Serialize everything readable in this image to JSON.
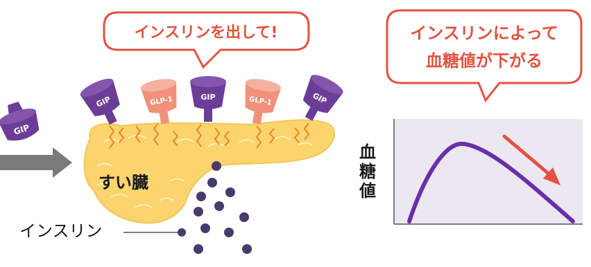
{
  "bubbles": {
    "left": "インスリンを出して!",
    "right_line1": "インスリンによって",
    "right_line2": "血糖値が下がる"
  },
  "labels": {
    "pancreas": "すい臓",
    "insulin": "インスリン",
    "graph_y_axis": [
      "血",
      "糖",
      "値"
    ]
  },
  "receptors": {
    "gip": "GIP",
    "glp1": "GLP-1",
    "free_hormone": "GIP"
  },
  "colors": {
    "accent_red": "#e2523f",
    "gip_purple": "#6b3d96",
    "glp1_salmon": "#f0917b",
    "pancreas_yellow": "#fbd46e",
    "insulin_dot": "#4a3a6b",
    "arrow_gray": "#7a7a7a",
    "graph_bg": "#ece8f2",
    "curve_purple": "#6a2fa8",
    "signal_orange": "#e8872a"
  }
}
